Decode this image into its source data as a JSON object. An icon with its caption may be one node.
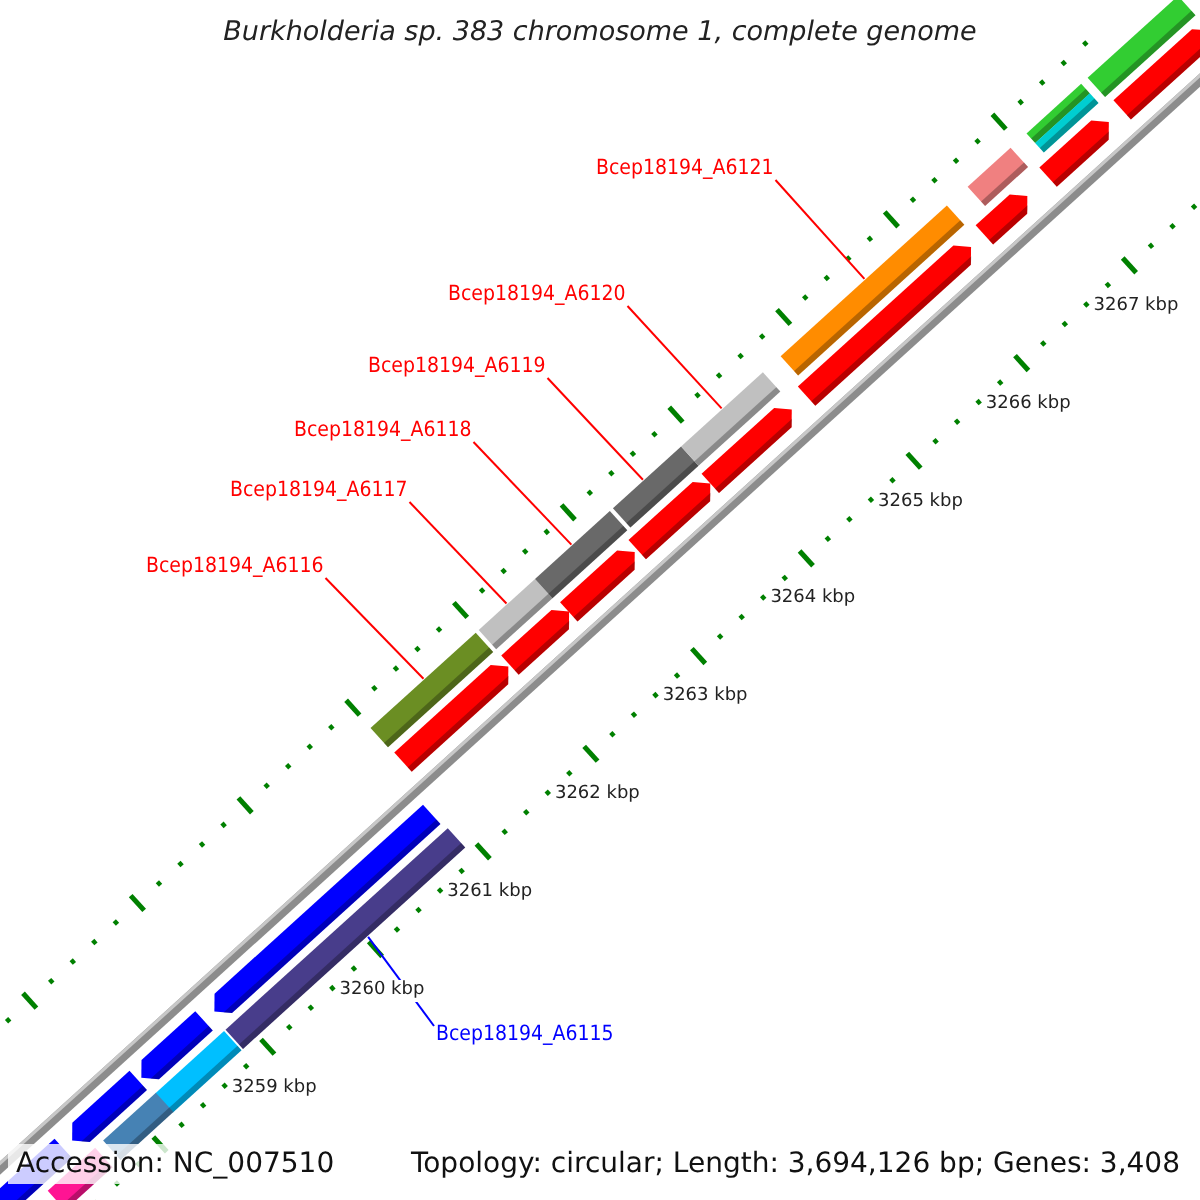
{
  "diagram": {
    "title": "Burkholderia sp. 383 chromosome 1, complete genome",
    "nodes": [
      {
        "text": [
          "Bcep18194_A6121"
        ]
      },
      {
        "text": [
          "Bcep18194_A6120"
        ]
      },
      {
        "text": [
          "Bcep18194_A6119"
        ]
      },
      {
        "text": [
          "Bcep18194_A6118"
        ]
      },
      {
        "text": [
          "Bcep18194_A6117"
        ]
      },
      {
        "text": [
          "Bcep18194_A6116"
        ]
      },
      {
        "text": [
          "Bcep18194_A6115"
        ]
      },
      {
        "text": [],
        "shape": "bar"
      },
      {
        "text": [],
        "shape": "bar"
      },
      {
        "text": [],
        "shape": "bar"
      },
      {
        "text": [],
        "shape": "bar"
      },
      {
        "text": [],
        "shape": "bar"
      },
      {
        "text": [],
        "shape": "bar"
      },
      {
        "text": [],
        "shape": "bar"
      }
    ],
    "edges": [
      {
        "from": 0,
        "to": 13,
        "arrow": "none"
      },
      {
        "from": 1,
        "to": 12,
        "arrow": "none"
      },
      {
        "from": 2,
        "to": 11,
        "arrow": "none"
      },
      {
        "from": 3,
        "to": 10,
        "arrow": "none"
      },
      {
        "from": 4,
        "to": 9,
        "arrow": "none"
      },
      {
        "from": 5,
        "to": 8,
        "arrow": "none"
      },
      {
        "from": 6,
        "to": 7,
        "arrow": "none",
        "color": "#0000ff"
      }
    ],
    "labels": [
      "3267 kbp",
      "3266 kbp",
      "3265 kbp",
      "3264 kbp",
      "3263 kbp",
      "3262 kbp",
      "3261 kbp",
      "3260 kbp",
      "3259 kbp",
      "Accession: NC_007510",
      "Topology: circular; Length: 3,694,126 bp; Genes: 3,408"
    ]
  }
}
